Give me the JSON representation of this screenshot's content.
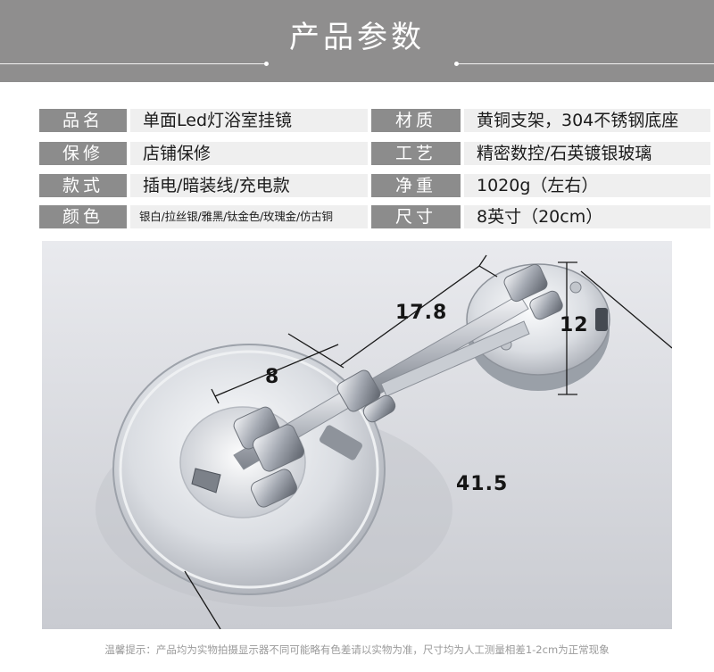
{
  "header": {
    "title": "产品参数"
  },
  "specs": [
    {
      "label": "品名",
      "value": "单面Led灯浴室挂镜",
      "label2": "材质",
      "value2": "黄铜支架，304不锈钢底座"
    },
    {
      "label": "保修",
      "value": "店铺保修",
      "label2": "工艺",
      "value2": "精密数控/石英镀银玻璃"
    },
    {
      "label": "款式",
      "value": "插电/暗装线/充电款",
      "label2": "净重",
      "value2": "1020g（左右）"
    },
    {
      "label": "颜色",
      "value": "银白/拉丝银/雅黑/钛金色/玫瑰金/仿古铜",
      "label2": "尺寸",
      "value2": "8英寸（20cm）"
    }
  ],
  "dimensions": {
    "mirror_diameter": "8",
    "arm_length": "17.8",
    "base_height": "12",
    "total_length": "41.5"
  },
  "footnote": "温馨提示：产品均为实物拍摄显示器不同可能略有色差请以实物为准，尺寸均为人工测量相差1-2cm为正常现象",
  "colors": {
    "banner": "#8f8e8e",
    "label_bg": "#8c8c8c",
    "value_bg": "#efefef",
    "chrome": "#d8dce2"
  }
}
